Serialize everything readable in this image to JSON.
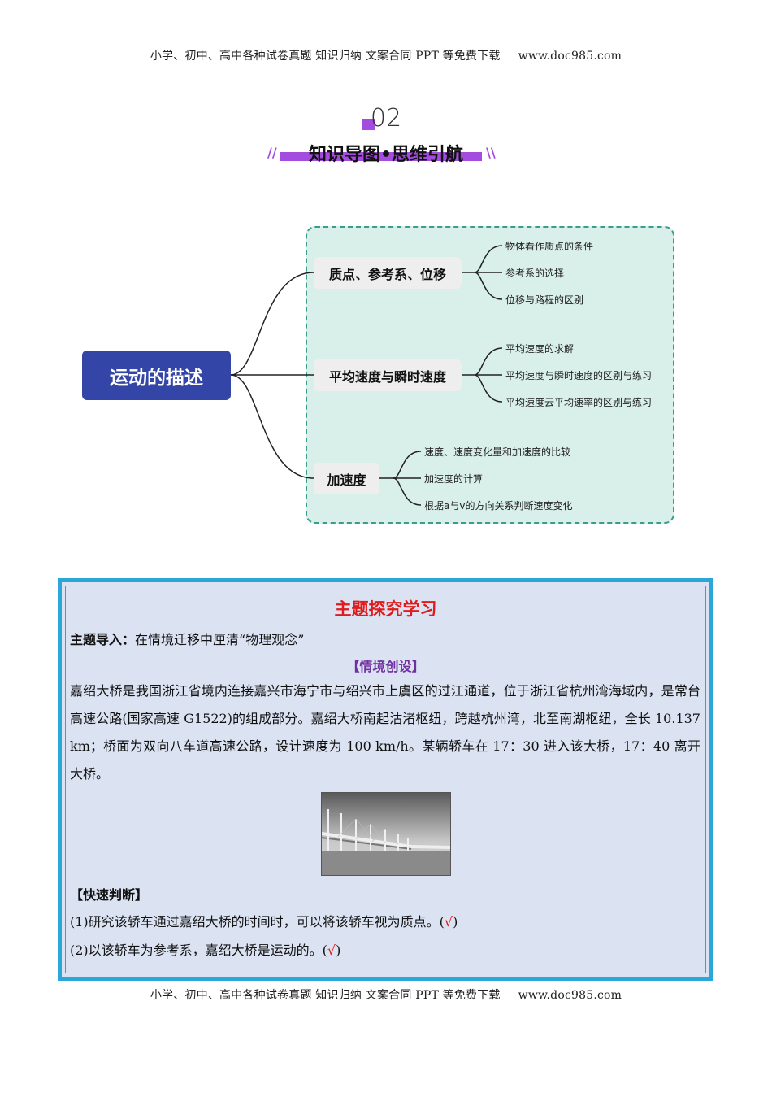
{
  "header": {
    "left_text": "小学、初中、高中各种试卷真题  知识归纳  文案合同  PPT 等免费下载",
    "site": "www.doc985.com"
  },
  "section": {
    "number": "02",
    "title": "知识导图•思维引航",
    "accent_color": "#a44be0"
  },
  "mindmap": {
    "root": "运动的描述",
    "branches": [
      {
        "label": "质点、参考系、位移",
        "leaves": [
          "物体看作质点的条件",
          "参考系的选择",
          "位移与路程的区别"
        ]
      },
      {
        "label": "平均速度与瞬时速度",
        "leaves": [
          "平均速度的求解",
          "平均速度与瞬时速度的区别与练习",
          "平均速度云平均速率的区别与练习"
        ]
      },
      {
        "label": "加速度",
        "leaves": [
          "速度、速度变化量和加速度的比较",
          "加速度的计算",
          "根据a与v的方向关系判断速度变化"
        ]
      }
    ]
  },
  "study": {
    "title": "主题探究学习",
    "intro_label": "主题导入：",
    "intro_text": "在情境迁移中厘清“物理观念”",
    "scenario_heading": "【情境创设】",
    "paragraph": "嘉绍大桥是我国浙江省境内连接嘉兴市海宁市与绍兴市上虞区的过江通道，位于浙江省杭州湾海域内，是常台高速公路(国家高速 G1522)的组成部分。嘉绍大桥南起沽渚枢纽，跨越杭州湾，北至南湖枢纽，全长 10.137 km；桥面为双向八车道高速公路，设计速度为 100 km/h。某辆轿车在 17：30 进入该大桥，17：40 离开大桥。",
    "quick_heading": "【快速判断】",
    "judgements": [
      {
        "text": "(1)研究该轿车通过嘉绍大桥的时间时，可以将该轿车视为质点。(",
        "mark": "√",
        "close": ")"
      },
      {
        "text": "(2)以该轿车为参考系，嘉绍大桥是运动的。(",
        "mark": "√",
        "close": ")"
      }
    ]
  }
}
